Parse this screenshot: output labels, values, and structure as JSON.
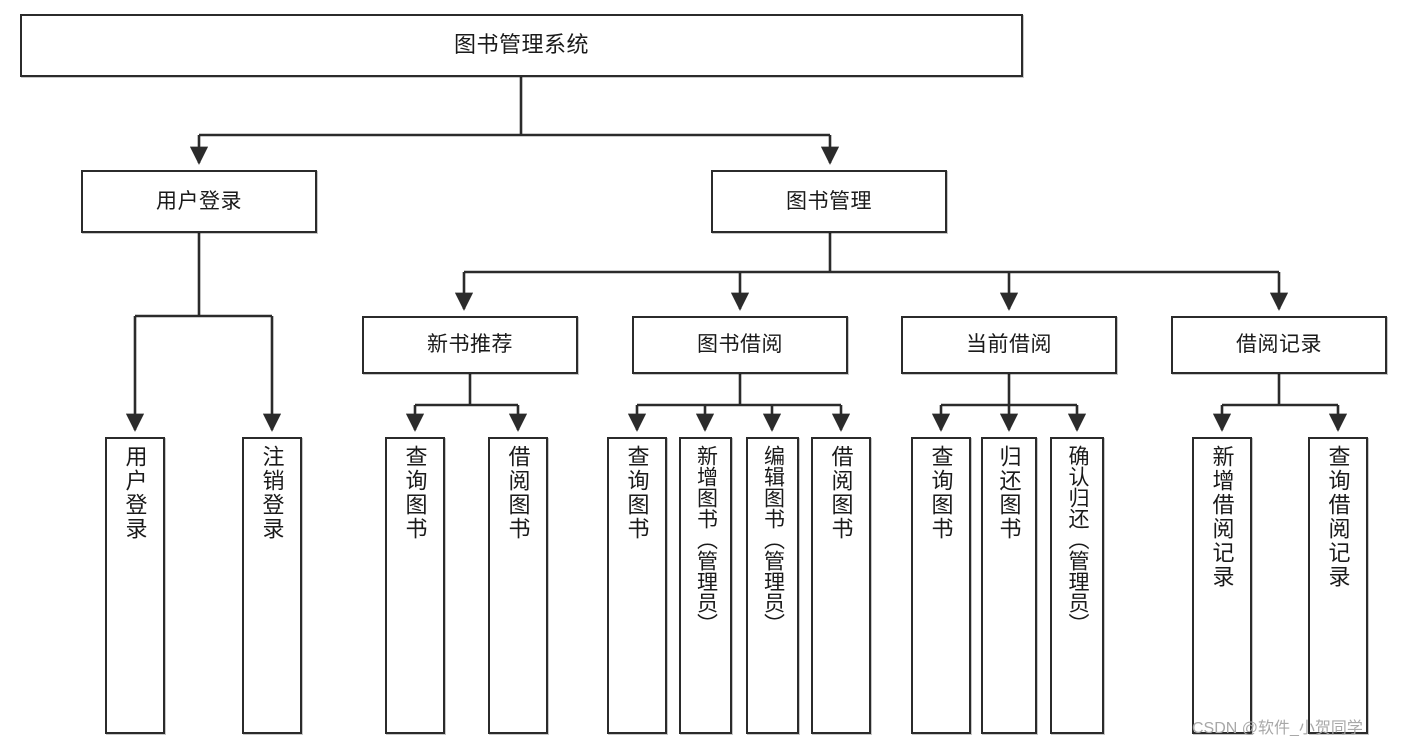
{
  "diagram": {
    "title": "图书管理系统",
    "type": "tree",
    "watermark": "CSDN @软件_小贺同学",
    "colors": {
      "box_border": "#2b2b2b",
      "box_fill": "#ffffff",
      "connector": "#2b2b2b",
      "text": "#1a1a1a",
      "watermark": "#a8a8a8",
      "background": "#ffffff"
    },
    "levels": {
      "root": [
        "图书管理系统"
      ],
      "level1": [
        "用户登录",
        "图书管理"
      ],
      "level2": [
        "新书推荐",
        "图书借阅",
        "当前借阅",
        "借阅记录"
      ],
      "leaves": [
        "用户登录",
        "注销登录",
        "查询图书",
        "借阅图书",
        "查询图书",
        "新增图书（管理员）",
        "编辑图书（管理员）",
        "借阅图书",
        "查询图书",
        "归还图书",
        "确认归还（管理员）",
        "新增借阅记录",
        "查询借阅记录"
      ]
    },
    "nodes": {
      "root": {
        "label": "图书管理系统"
      },
      "user_login": {
        "label": "用户登录"
      },
      "book_manage": {
        "label": "图书管理"
      },
      "new_book_rec": {
        "label": "新书推荐"
      },
      "book_borrow": {
        "label": "图书借阅"
      },
      "current_borrow": {
        "label": "当前借阅"
      },
      "borrow_record": {
        "label": "借阅记录"
      },
      "leaf_user_login": {
        "label": "用户登录"
      },
      "leaf_logout": {
        "label": "注销登录"
      },
      "leaf_query_book_1": {
        "label": "查询图书"
      },
      "leaf_borrow_book_1": {
        "label": "借阅图书"
      },
      "leaf_query_book_2": {
        "label": "查询图书"
      },
      "leaf_add_book": {
        "label": "新增图书（管理员）"
      },
      "leaf_edit_book": {
        "label": "编辑图书（管理员）"
      },
      "leaf_borrow_book_2": {
        "label": "借阅图书"
      },
      "leaf_query_book_3": {
        "label": "查询图书"
      },
      "leaf_return_book": {
        "label": "归还图书"
      },
      "leaf_confirm_return": {
        "label": "确认归还（管理员）"
      },
      "leaf_add_record": {
        "label": "新增借阅记录"
      },
      "leaf_query_record": {
        "label": "查询借阅记录"
      }
    },
    "edges": [
      {
        "from": "root",
        "to": "user_login"
      },
      {
        "from": "root",
        "to": "book_manage"
      },
      {
        "from": "user_login",
        "to": "leaf_user_login"
      },
      {
        "from": "user_login",
        "to": "leaf_logout"
      },
      {
        "from": "book_manage",
        "to": "new_book_rec"
      },
      {
        "from": "book_manage",
        "to": "book_borrow"
      },
      {
        "from": "book_manage",
        "to": "current_borrow"
      },
      {
        "from": "book_manage",
        "to": "borrow_record"
      },
      {
        "from": "new_book_rec",
        "to": "leaf_query_book_1"
      },
      {
        "from": "new_book_rec",
        "to": "leaf_borrow_book_1"
      },
      {
        "from": "book_borrow",
        "to": "leaf_query_book_2"
      },
      {
        "from": "book_borrow",
        "to": "leaf_add_book"
      },
      {
        "from": "book_borrow",
        "to": "leaf_edit_book"
      },
      {
        "from": "book_borrow",
        "to": "leaf_borrow_book_2"
      },
      {
        "from": "current_borrow",
        "to": "leaf_query_book_3"
      },
      {
        "from": "current_borrow",
        "to": "leaf_return_book"
      },
      {
        "from": "current_borrow",
        "to": "leaf_confirm_return"
      },
      {
        "from": "borrow_record",
        "to": "leaf_add_record"
      },
      {
        "from": "borrow_record",
        "to": "leaf_query_record"
      }
    ]
  }
}
